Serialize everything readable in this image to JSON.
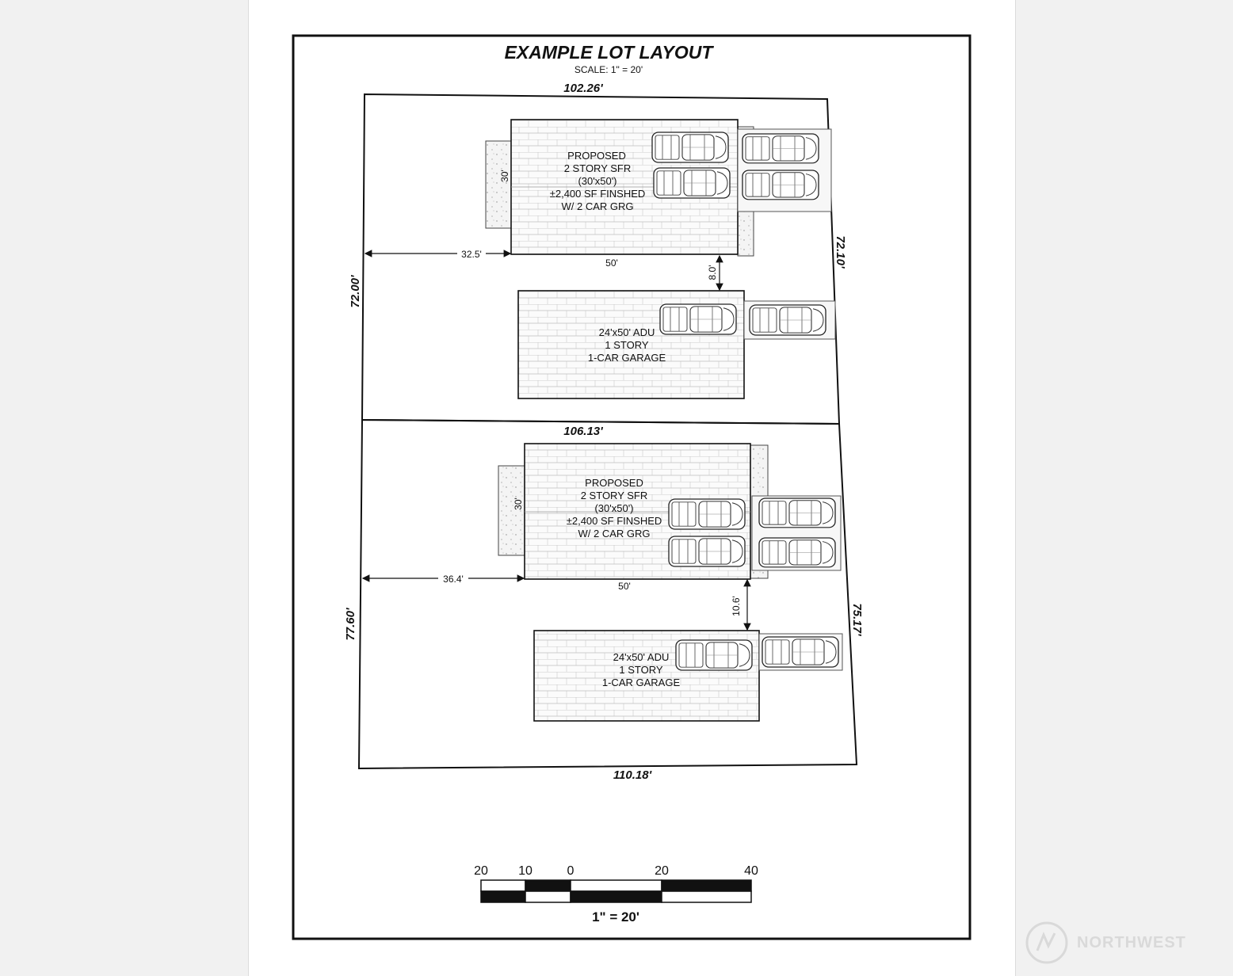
{
  "drawing": {
    "title": "EXAMPLE LOT LAYOUT",
    "scale_note": "SCALE: 1\" = 20'"
  },
  "lots": [
    {
      "top_dim": "102.26'",
      "left_dim": "72.00'",
      "right_dim": "72.10'",
      "sfr": {
        "lines": [
          "PROPOSED",
          "2 STORY SFR",
          "(30'x50')",
          "±2,400 SF FINSHED",
          "W/ 2 CAR GRG"
        ],
        "depth_dim": "30'",
        "width_dim": "50'",
        "setback_dim": "32.5'"
      },
      "separation_dim": "8.0'",
      "adu": {
        "lines": [
          "24'x50' ADU",
          "1 STORY",
          "1-CAR GARAGE"
        ]
      }
    },
    {
      "top_dim": "106.13'",
      "left_dim": "77.60'",
      "right_dim": "75.17'",
      "bottom_dim": "110.18'",
      "sfr": {
        "lines": [
          "PROPOSED",
          "2 STORY SFR",
          "(30'x50')",
          "±2,400 SF FINSHED",
          "W/ 2 CAR GRG"
        ],
        "depth_dim": "30'",
        "width_dim": "50'",
        "setback_dim": "36.4'"
      },
      "separation_dim": "10.6'",
      "adu": {
        "lines": [
          "24'x50' ADU",
          "1 STORY",
          "1-CAR GARAGE"
        ]
      }
    }
  ],
  "scale_bar": {
    "ticks": [
      "20",
      "10",
      "0",
      "20",
      "40"
    ],
    "caption": "1\"  = 20'"
  },
  "watermark": {
    "text": "NORTHWEST",
    "icon": "nwmls-logo-icon"
  },
  "colors": {
    "sheet": "#ffffff",
    "background": "#f1f1f1",
    "ink": "#111111",
    "hatch": "#b5b5b5",
    "watermark": "#d9d9d9"
  }
}
